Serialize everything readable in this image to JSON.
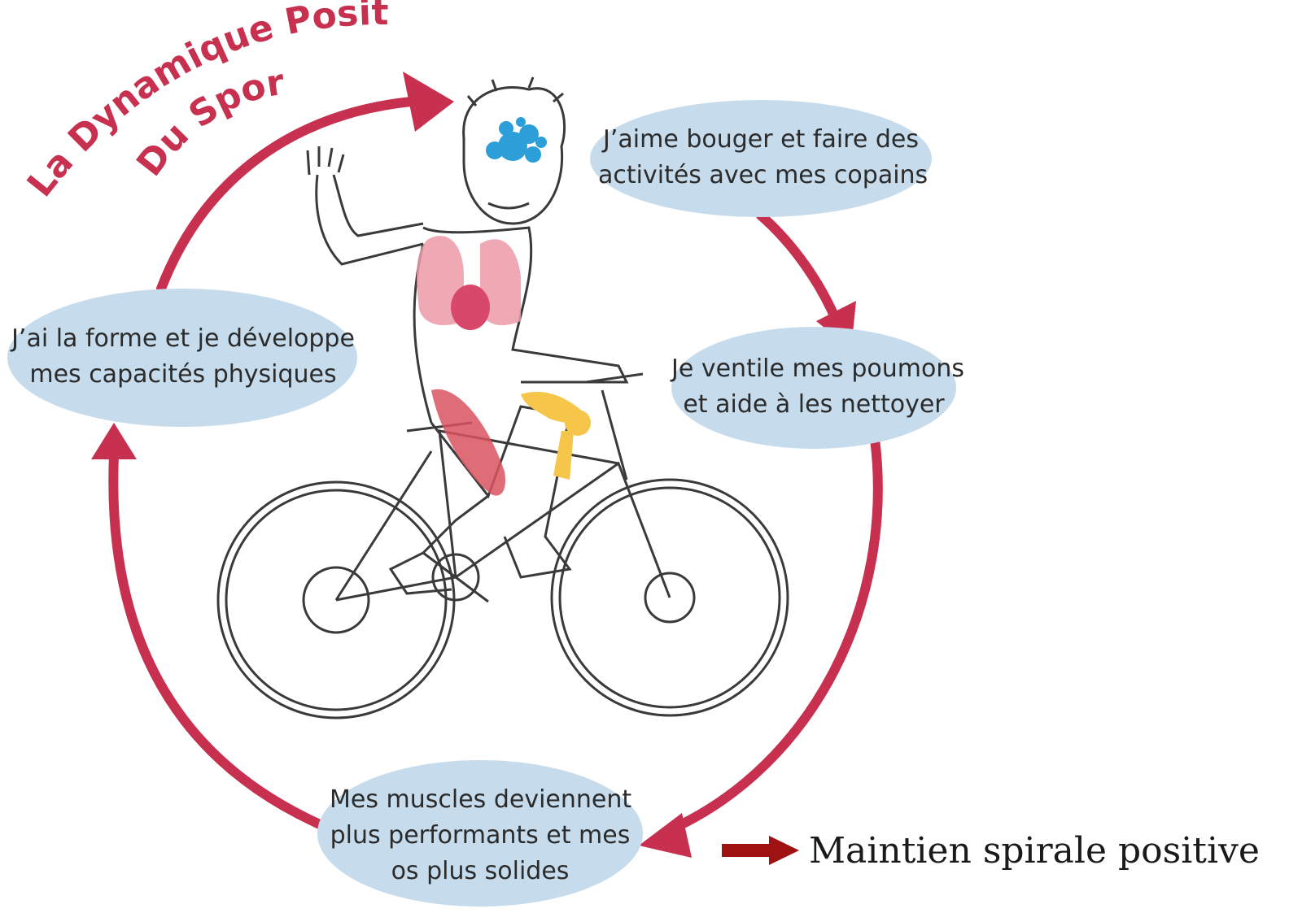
{
  "title": {
    "line1": "La Dynamique Positive",
    "line2": "Du Sport"
  },
  "bubbles": {
    "top_right": {
      "line1": "J’aime bouger et faire des",
      "line2": "activités avec mes copains"
    },
    "right": {
      "line1": "Je ventile mes poumons",
      "line2": "et aide à les nettoyer"
    },
    "bottom": {
      "line1": "Mes muscles deviennent",
      "line2": "plus performants et mes",
      "line3": "os plus solides"
    },
    "left": {
      "line1": "J’ai la forme et je développe",
      "line2": "mes capacités physiques"
    }
  },
  "legend": {
    "label": "Maintien spirale positive"
  },
  "colors": {
    "cycle_arrow": "#c8304f",
    "bubble_fill": "#c6dcec",
    "legend_arrow": "#9e1212",
    "title": "#c8304f",
    "lungs": "#ec9aa7",
    "heart": "#d8486a",
    "muscle": "#d9535f",
    "knee": "#f6c64a",
    "brain_bubbles": "#2c9fd9",
    "outline": "#3a3a3a"
  }
}
